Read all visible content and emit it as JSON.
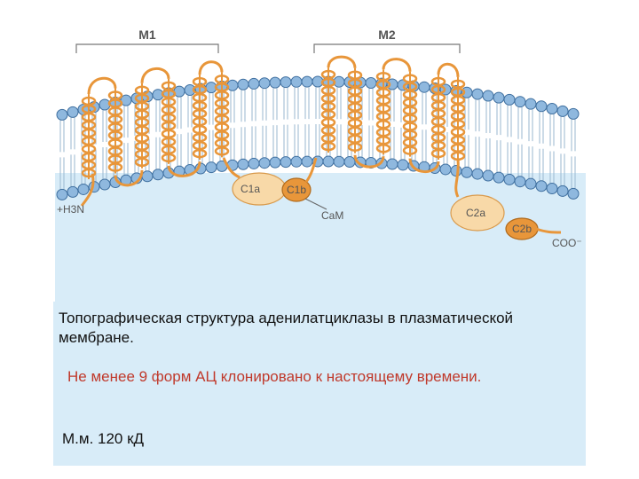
{
  "diagram": {
    "label_m1": "M1",
    "label_m2": "M2",
    "label_c1a": "C1a",
    "label_c1b": "C1b",
    "label_cam": "CaM",
    "label_c2a": "C2a",
    "label_c2b": "C2b",
    "label_nterm": "+H3N",
    "label_cterm": "COO⁻",
    "colors": {
      "lipid_head": "#8fb8de",
      "lipid_head_stroke": "#3f6f9f",
      "helix": "#e8963a",
      "helix_stroke": "#9a5a14",
      "domain_light": "#f8d9a8",
      "domain_dark": "#e8963a",
      "cytoplasm": "#d8ecf8"
    }
  },
  "text": {
    "caption_main": "Топографическая структура аденилатциклазы в плазматической мембране.",
    "caption_forms": "Не менее 9 форм АЦ клонировано к настоящему времени.",
    "caption_mass": "М.м. 120 кД"
  }
}
